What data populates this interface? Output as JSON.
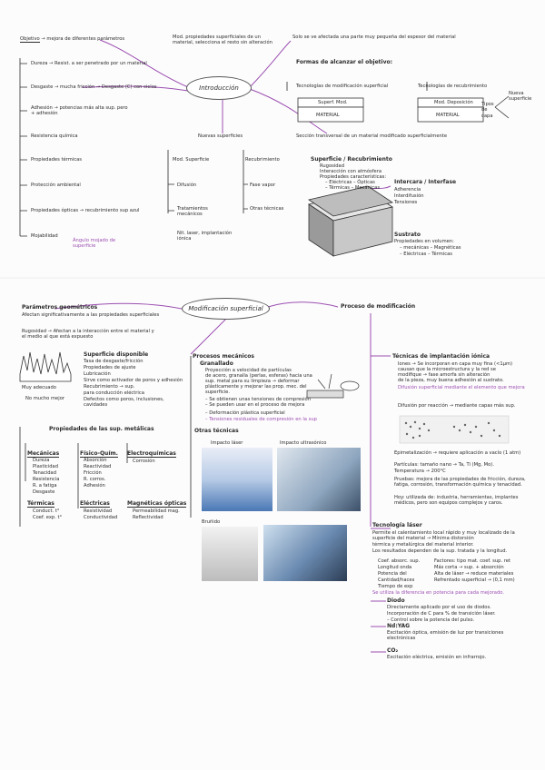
{
  "page1": {
    "center": "Introducción",
    "objetivo": {
      "label": "Objetivo",
      "text": "→ mejora de diferentes parámetros"
    },
    "left_list": [
      "Dureza → Resist. a ser penetrado por un material",
      "Desgaste → mucha fricción → Desgaste (C) con ciclos",
      "Adhesión → potencias más alta sup. pero + adhesión",
      "Resistencia química",
      "Propiedades térmicas",
      "Protección ambiental",
      "Propiedades ópticas → recubrimiento sup azul",
      "Mojabilidad"
    ],
    "mojabilidad_sub": "Ángulo mojado de superficie",
    "top_middle": "Mod. propiedades superficiales de un material, selecciona el resto sin alteración",
    "top_right": "Solo se ve afectada una parte muy pequeña del espesor del material",
    "formas": "Formas de alcanzar el objetivo:",
    "tecnologias_mod": "Tecnologías de modificación superficial",
    "tecnologias_dep": "Tecnologías de recubrimiento",
    "cap_left": {
      "top": "Superf. Mod.",
      "bottom": "MATERIAL"
    },
    "cap_right": {
      "top": "Mod. Deposición",
      "bottom": "MATERIAL"
    },
    "tipos_capa": "Tipos de capa",
    "nueva_sup": "Nueva superficie",
    "section_trans": "Sección transversal de un material modificado superficialmente",
    "nuevas_sup": "Nuevas superficies",
    "mod_superficie": "Mod. Superficie",
    "recubrimiento": "Recubrimiento",
    "difusion": "Difusión",
    "tratamientos": "Tratamientos mecánicos",
    "nit": "Nit. laser, implantación iónica",
    "fase_vapor": "Fase vapor",
    "otras": "Otras técnicas",
    "superficie_recub": "Superficie / Recubrimiento",
    "props": [
      "Rugosidad",
      "Interacción con atmósfera",
      "Propiedades características:",
      "– Eléctricas – Ópticas",
      "– Térmicas – Mecánicas"
    ],
    "intercara": "Intercara / Interfase",
    "intercara_items": [
      "Adherencia",
      "Interdifusión",
      "Tensiones"
    ],
    "sustrato": "Sustrato",
    "sustrato_items": [
      "Propiedades en volumen:",
      "– mecánicas – Magnéticas",
      "– Eléctricas – Térmicas"
    ]
  },
  "page2": {
    "center": "Modificación superficial",
    "proceso": "Proceso de modificación",
    "parametros": "Parámetros geométricos",
    "parametros_text": [
      "Afectan significativamente a las propiedades superficiales",
      "Rugosidad → Afectan a la interacción entre el material y el medio al que está expuesto"
    ],
    "superficie_disp": [
      "Superficie disponible",
      "Tasa de desgaste/fricción",
      "Propiedades de ajuste",
      "Lubricación",
      "Sirve como activador de poros y adhesión",
      "Recubrimiento → sup.",
      "para conducción eléctrica",
      "Defectos como poros, inclusiones, cavidades"
    ],
    "muy_adecuado": "Muy adecuado",
    "no_mucho": "No mucho mejor",
    "props_title": "Propiedades de las sup. metálicas",
    "mecanicas": {
      "title": "Mecánicas",
      "items": [
        "Dureza",
        "Plasticidad",
        "Tenacidad",
        "Resistencia",
        "R. a fatiga",
        "Desgaste"
      ]
    },
    "fisicoquimicas": {
      "title": "Físico-Quím.",
      "items": [
        "Absorción",
        "Reactividad",
        "Fricción",
        "R. corros.",
        "Adhesión"
      ]
    },
    "electroquimicas": {
      "title": "Electroquímicas",
      "items": [
        "Corrosión"
      ]
    },
    "termicas": {
      "title": "Térmicas",
      "items": [
        "Conduct. t°",
        "Coef. exp. t°"
      ]
    },
    "electricas": {
      "title": "Eléctricas",
      "items": [
        "Resistividad",
        "Conductividad"
      ]
    },
    "magneticas": {
      "title": "Magnéticas ópticas",
      "items": [
        "Permeabilidad mag.",
        "Reflectividad"
      ]
    },
    "procesos_mec": "Procesos mecánicos",
    "granallado": "Granallado",
    "granallado_text": [
      "Proyección a velocidad de partículas",
      "de acero, granalla (perlas, esferas) hacia una",
      "sup. metal para su limpieza → deformar",
      "plásticamente y mejorar las prop. mec. del",
      "superficie.",
      "– Se obtienen unas tensiones de compresión",
      "– Se pueden usar en el proceso de mejora",
      "– Deformación plástica superficial",
      "– Tensiones residuales de compresión en la sup"
    ],
    "otras_tec": "Otras técnicas",
    "impacto": "Impacto láser",
    "impacto2": "Impacto ultrasónico",
    "bruñido": "Bruñido",
    "tecnicas_impl": "Técnicas de implantación iónica",
    "tecnicas_text": [
      "Iones → Se incorporan en capa muy fina (<1µm)",
      "causan que la microestructura y la red se",
      "modifique → fase amorfa sin alteración",
      "de la pieza, muy buena adhesión al sustrato."
    ],
    "difusion2": "Difusión superficial mediante el elemento que mejora",
    "difusion2_b": "Difusión por reacción → mediante capas más sup.",
    "epimetal": "Epimetalización → requiere aplicación a vacío (1 atm)",
    "particulas": "Partículas: tamaño nano → Ta, Ti (Mg, Mo).",
    "temp": "Temperatura → 200°C",
    "pruebas": "Pruebas: mejora de las propiedades de fricción, dureza, fatiga, corrosión, transformación química y tenacidad.",
    "hoy": "Hoy: utilizada de: industria, herramientas, implantes médicos, pero son equipos complejos y caros.",
    "laser_title": "Tecnología láser",
    "laser_text": [
      "Permite el calentamiento local rápido y muy localizado de la superficie del material → Mínima distorsión",
      "térmica y metalúrgica del material interior.",
      "Los resultados dependen de la sup. tratada y la longitud."
    ],
    "laser_list": [
      "Coef. absorc. sup.",
      "Longitud onda",
      "Potencia del",
      "Cantidad/haces",
      "Tiempo de exp"
    ],
    "laser_right": [
      "Factores: tipo mat. coef. sup. ret",
      "Más corta → sup. + absorción",
      "Alta de láser → reduce materiales",
      "Refrentado superficial → (0,1 mm)"
    ],
    "laser_note": "Se utiliza la diferencia en potencia para cada mejorado.",
    "diodo": "Diodo",
    "diodo_text": [
      "Directamente aplicado por el uso de diodos.",
      "Incorporación de C para % de transición láser.",
      "– Control sobre la potencia del pulso."
    ],
    "ndyag": "Nd:YAG",
    "ndyag_text": [
      "Excitación óptica, emisión de luz por transiciones electrónicas"
    ],
    "co2": "CO₂",
    "co2_text": [
      "Excitación eléctrica, emisión en infrarrojo."
    ]
  },
  "colors": {
    "accent": "#9a4fb0",
    "ink": "#2b2b2b"
  }
}
